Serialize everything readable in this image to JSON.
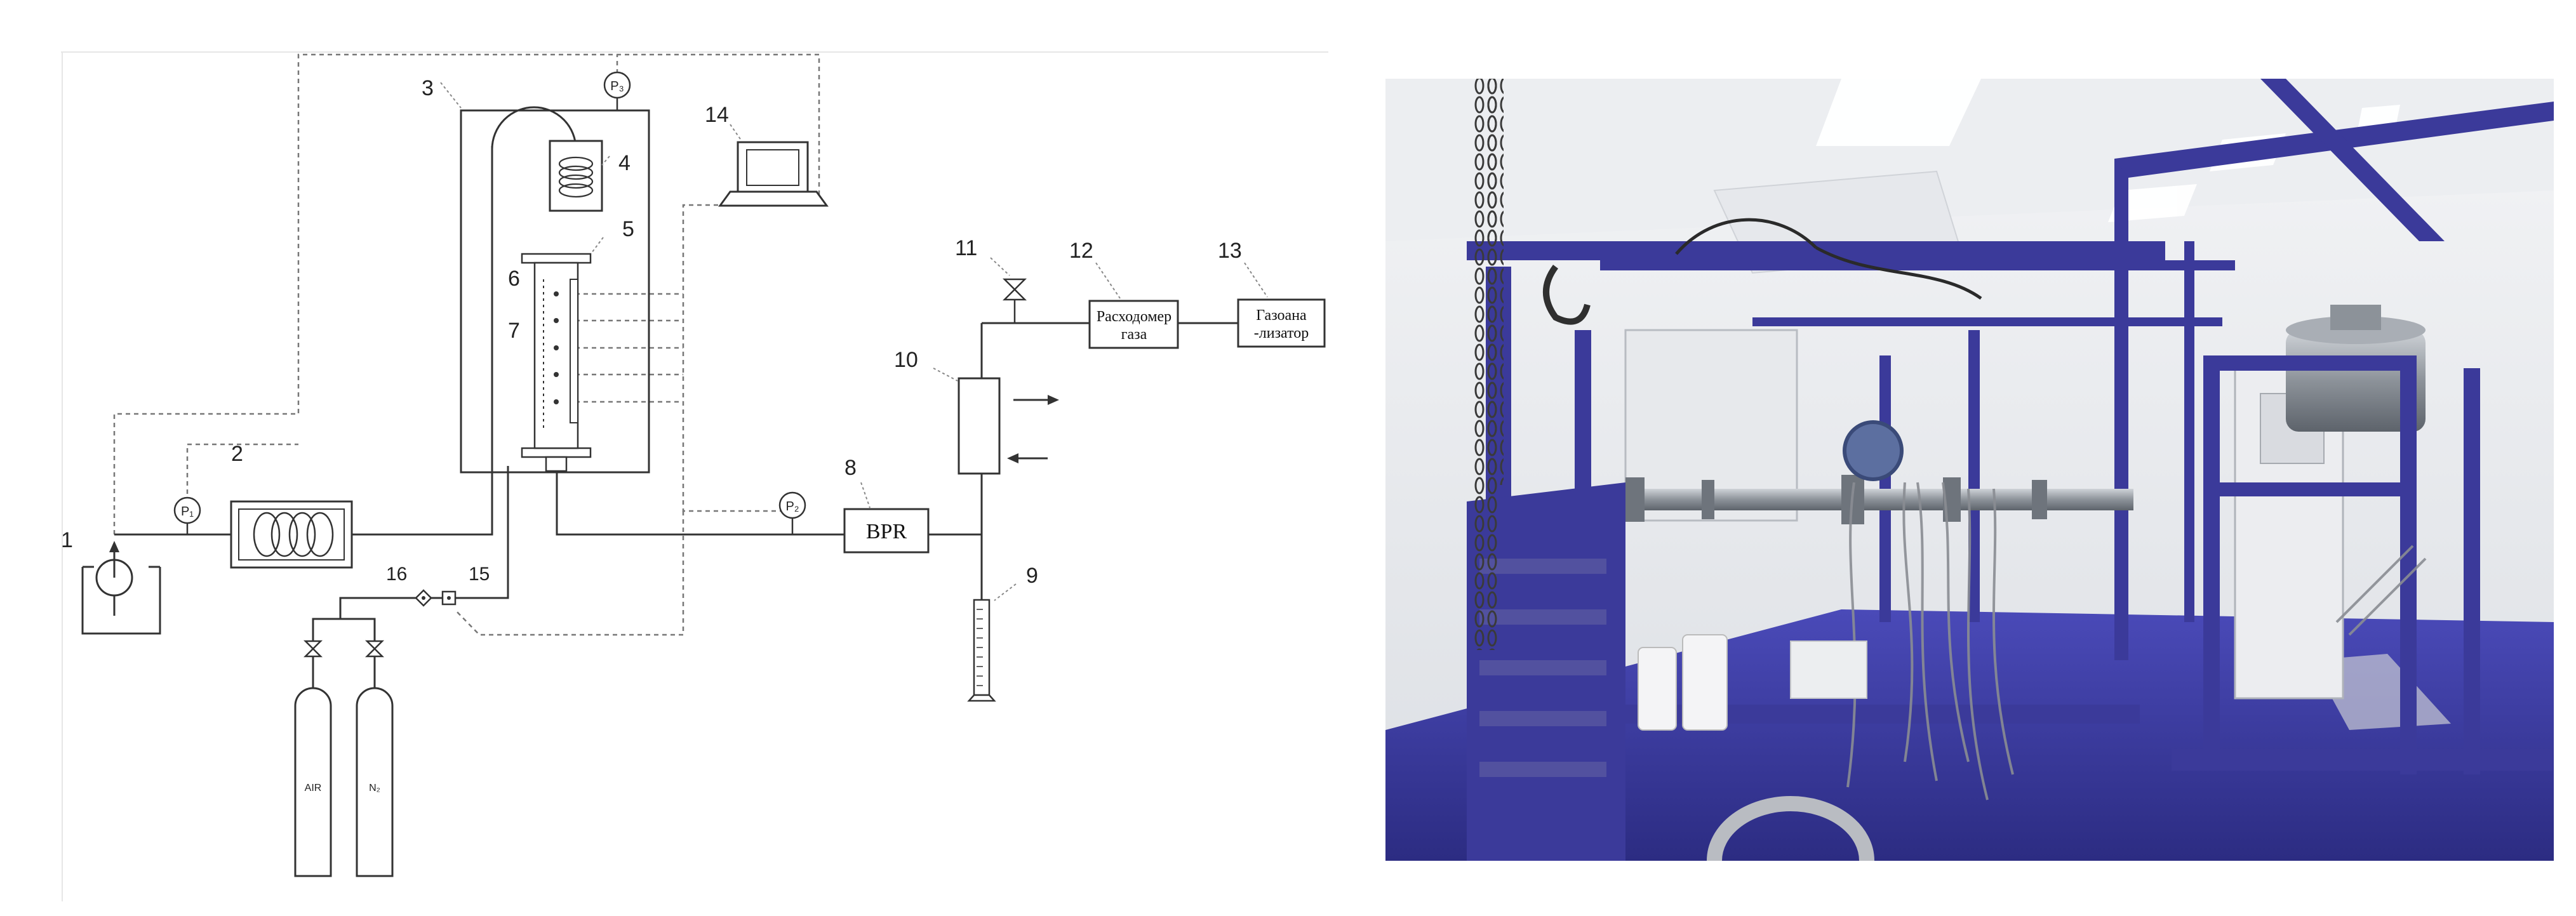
{
  "labels": {
    "n1": "1",
    "n2": "2",
    "n3": "3",
    "n4": "4",
    "n5": "5",
    "n6": "6",
    "n7": "7",
    "n8": "8",
    "n9": "9",
    "n10": "10",
    "n11": "11",
    "n12": "12",
    "n13": "13",
    "n14": "14",
    "n15": "15",
    "n16": "16"
  },
  "gauges": {
    "p1": "P₁",
    "p2": "P₂",
    "p3": "P₃"
  },
  "boxes": {
    "bpr": "BPR",
    "flowmeter_line1": "Расходомер",
    "flowmeter_line2": "газа",
    "analyzer_line1": "Газоана",
    "analyzer_line2": "-лизатор"
  },
  "cylinders": {
    "air": "AIR",
    "n2": "N₂"
  },
  "colors": {
    "frame_blue": "#3b3a9a",
    "line": "#333333"
  }
}
